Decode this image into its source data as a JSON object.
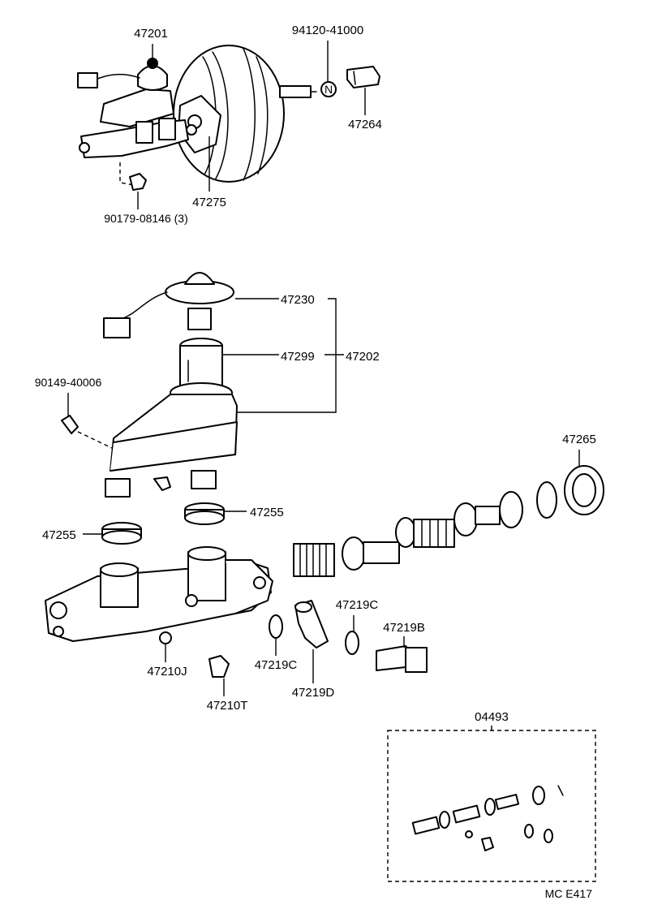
{
  "diagram": {
    "labels": {
      "p47201": "47201",
      "p94120": "94120-41000",
      "p47264": "47264",
      "p47275": "47275",
      "p90179": "90179-08146 (3)",
      "p47230": "47230",
      "p47299": "47299",
      "p47202": "47202",
      "p90149": "90149-40006",
      "p47265": "47265",
      "p47255a": "47255",
      "p47255b": "47255",
      "p47219c_a": "47219C",
      "p47219b": "47219B",
      "p47210j": "47210J",
      "p47219c_b": "47219C",
      "p47219d": "47219D",
      "p47210t": "47210T",
      "p04493": "04493",
      "nut_letter": "N",
      "ref_code": "MC E417"
    }
  }
}
